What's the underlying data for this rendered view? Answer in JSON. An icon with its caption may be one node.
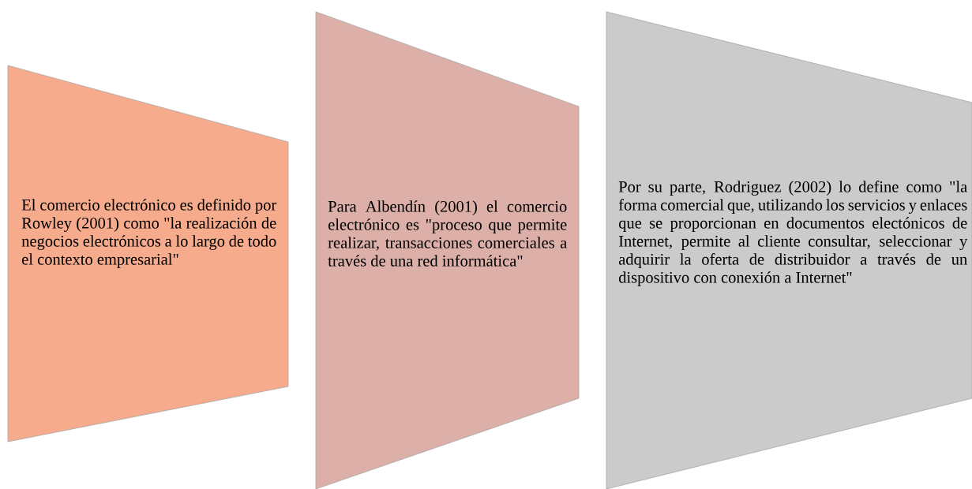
{
  "diagram": {
    "nodes": [
      {
        "text": [
          "El comercio electrónico es definido por Rowley (2001) como \"la realización de negocios electrónicos a lo largo de todo el contexto empresarial\""
        ]
      },
      {
        "text": [
          "Para Albendín (2001) el comercio electrónico es \"proceso que permite realizar, transacciones comerciales a través de una red informática\""
        ]
      },
      {
        "text": [
          "Por su parte, Rodriguez (2002) lo define como \"la forma comercial que, utilizando los servicios y enlaces que se proporcionan en documentos electónicos de Internet, permite al cliente consultar, seleccionar y adquirir la oferta de distribuidor a través de un dispositivo con conexión a Internet\""
        ]
      }
    ]
  }
}
